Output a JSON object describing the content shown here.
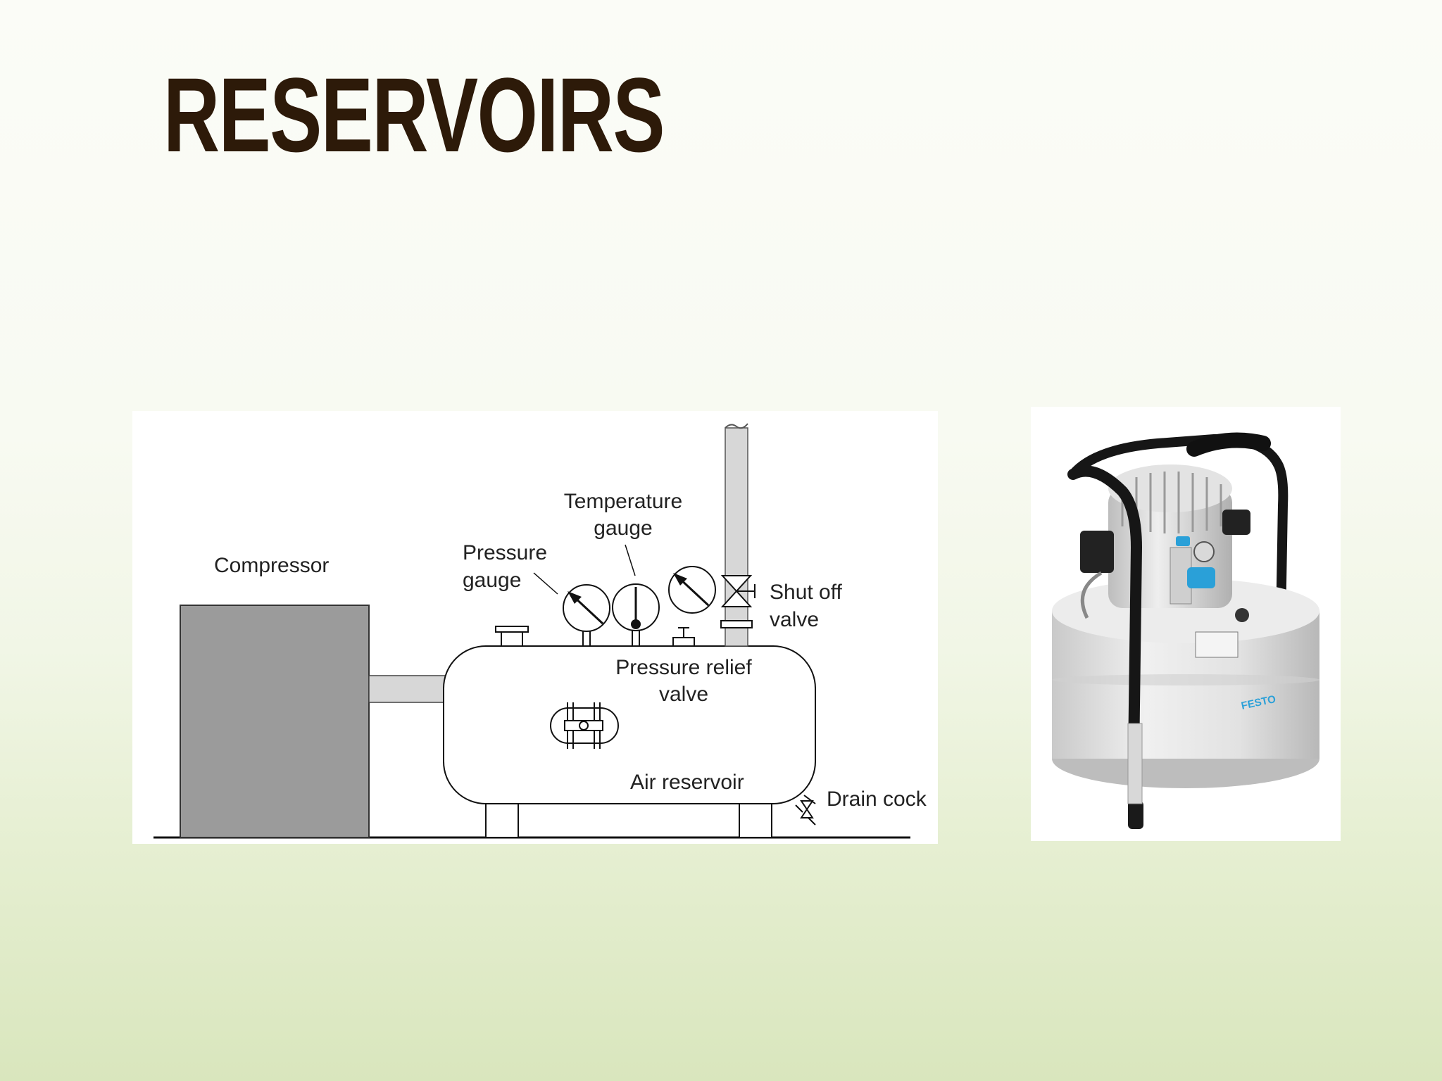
{
  "slide": {
    "title": "RESERVOIRS"
  },
  "diagram": {
    "labels": {
      "compressor": "Compressor",
      "temperature_gauge_line1": "Temperature",
      "temperature_gauge_line2": "gauge",
      "pressure_gauge_line1": "Pressure",
      "pressure_gauge_line2": "gauge",
      "shut_off_valve_line1": "Shut off",
      "shut_off_valve_line2": "valve",
      "pressure_relief_valve_line1": "Pressure relief",
      "pressure_relief_valve_line2": "valve",
      "air_reservoir": "Air reservoir",
      "drain_cock": "Drain cock"
    },
    "colors": {
      "compressor_fill": "#9b9b9b",
      "pipe_fill": "#d7d7d7",
      "line": "#111111"
    }
  },
  "photo": {
    "brand": "FESTO",
    "colors": {
      "tank": "#e4e4e4",
      "frame": "#161616",
      "accent": "#2aa0d8"
    }
  }
}
